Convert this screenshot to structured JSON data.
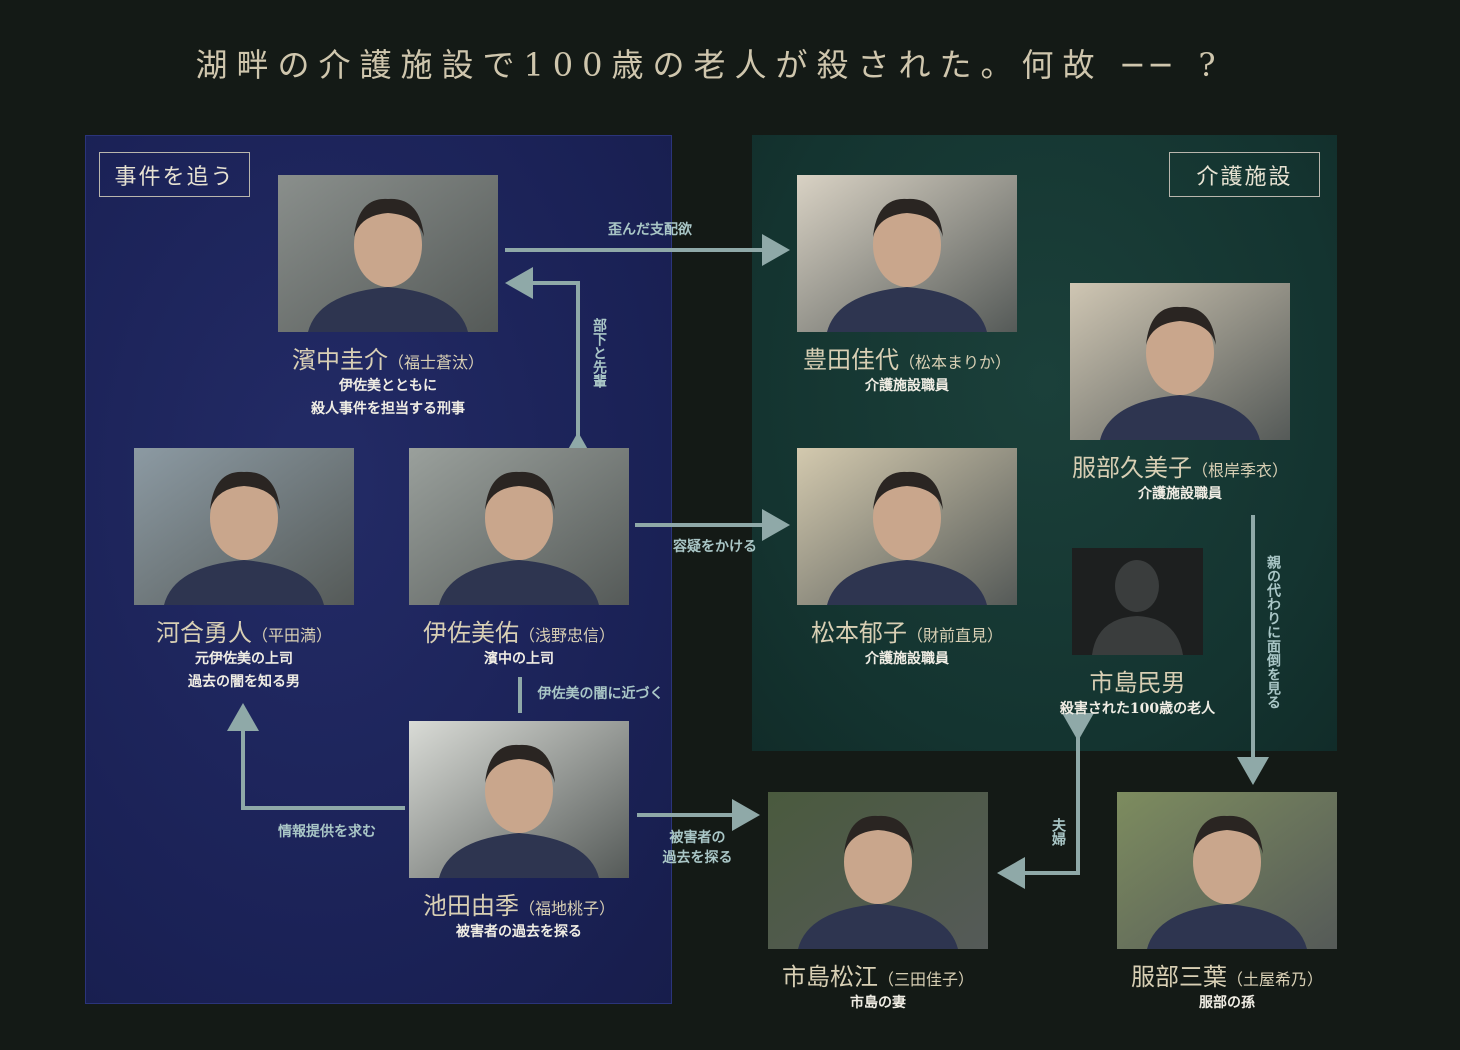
{
  "title": "湖畔の介護施設で100歳の老人が殺された。何故 ── ?",
  "groups": {
    "left": "事件を追う",
    "right": "介護施設"
  },
  "characters": [
    {
      "name": "濱中圭介",
      "actor": "（福士蒼汰）",
      "desc": [
        "伊佐美とともに",
        "殺人事件を担当する刑事"
      ],
      "bg": "#8a8f8c"
    },
    {
      "name": "河合勇人",
      "actor": "（平田満）",
      "desc": [
        "元伊佐美の上司",
        "過去の闇を知る男"
      ],
      "bg": "#8c9aa3"
    },
    {
      "name": "伊佐美佑",
      "actor": "（浅野忠信）",
      "desc": [
        "濱中の上司"
      ],
      "bg": "#9aa09c"
    },
    {
      "name": "池田由季",
      "actor": "（福地桃子）",
      "desc": [
        "被害者の過去を探る"
      ],
      "bg": "#d9dbd6"
    },
    {
      "name": "豊田佳代",
      "actor": "（松本まりか）",
      "desc": [
        "介護施設職員"
      ],
      "bg": "#d9d2c4"
    },
    {
      "name": "服部久美子",
      "actor": "（根岸季衣）",
      "desc": [
        "介護施設職員"
      ],
      "bg": "#cfc6b3"
    },
    {
      "name": "松本郁子",
      "actor": "（財前直見）",
      "desc": [
        "介護施設職員"
      ],
      "bg": "#d3c9ae"
    },
    {
      "name": "市島民男",
      "actor": "",
      "desc": [
        "殺害された100歳の老人"
      ],
      "bg": "#1d1f1f"
    },
    {
      "name": "市島松江",
      "actor": "（三田佳子）",
      "desc": [
        "市島の妻"
      ],
      "bg": "#4a5a3e"
    },
    {
      "name": "服部三葉",
      "actor": "（土屋希乃）",
      "desc": [
        "服部の孫"
      ],
      "bg": "#7d8c5f"
    }
  ],
  "relations": {
    "r1": "歪んだ支配欲",
    "r2": "部下と先輩",
    "r3": "容疑をかける",
    "r4": "伊佐美の闇に近づく",
    "r5": "情報提供を求む",
    "r6": [
      "被害者の",
      "過去を探る"
    ],
    "r7": "夫婦",
    "r8": "親の代わりに面倒を見る"
  },
  "colors": {
    "arrow": "#8fa9a8",
    "left_panel": "#1c2358",
    "right_panel": "#163631"
  }
}
